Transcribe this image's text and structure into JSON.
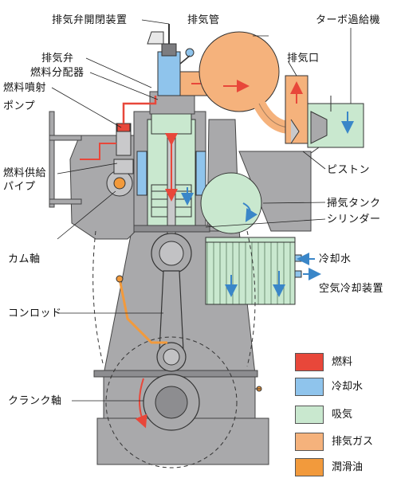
{
  "labels": {
    "exhaust_pipe": "排気管",
    "turbocharger": "ターボ過給機",
    "exhaust_valve_actuator": "排気弁開閉装置",
    "exhaust_valve": "排気弁",
    "fuel_distributor": "燃料分配器",
    "fuel_injection_pump_1": "燃料噴射",
    "fuel_injection_pump_2": "ポンプ",
    "exhaust_port": "排気口",
    "piston": "ピストン",
    "fuel_supply_pipe_1": "燃料供給",
    "fuel_supply_pipe_2": "パイプ",
    "scavenge_tank": "掃気タンク",
    "cylinder": "シリンダー",
    "camshaft": "カム軸",
    "cooling_water": "冷却水",
    "air_cooler": "空気冷却装置",
    "connecting_rod": "コンロッド",
    "crankshaft": "クランク軸"
  },
  "legend": [
    {
      "label": "燃料",
      "color": "#e8473a"
    },
    {
      "label": "冷却水",
      "color": "#8fc4ec"
    },
    {
      "label": "吸気",
      "color": "#c9e8cf"
    },
    {
      "label": "排気ガス",
      "color": "#f5b27c"
    },
    {
      "label": "潤滑油",
      "color": "#f29a3c"
    }
  ],
  "colors": {
    "engine_gray": "#a9a9ab",
    "engine_dark": "#7d7d80",
    "fuel": "#e8473a",
    "coolant": "#8fc4ec",
    "intake": "#c9e8cf",
    "exhaust": "#f5b27c",
    "lube": "#f29a3c",
    "arrow_red": "#e8473a",
    "arrow_blue": "#3a86c8"
  }
}
